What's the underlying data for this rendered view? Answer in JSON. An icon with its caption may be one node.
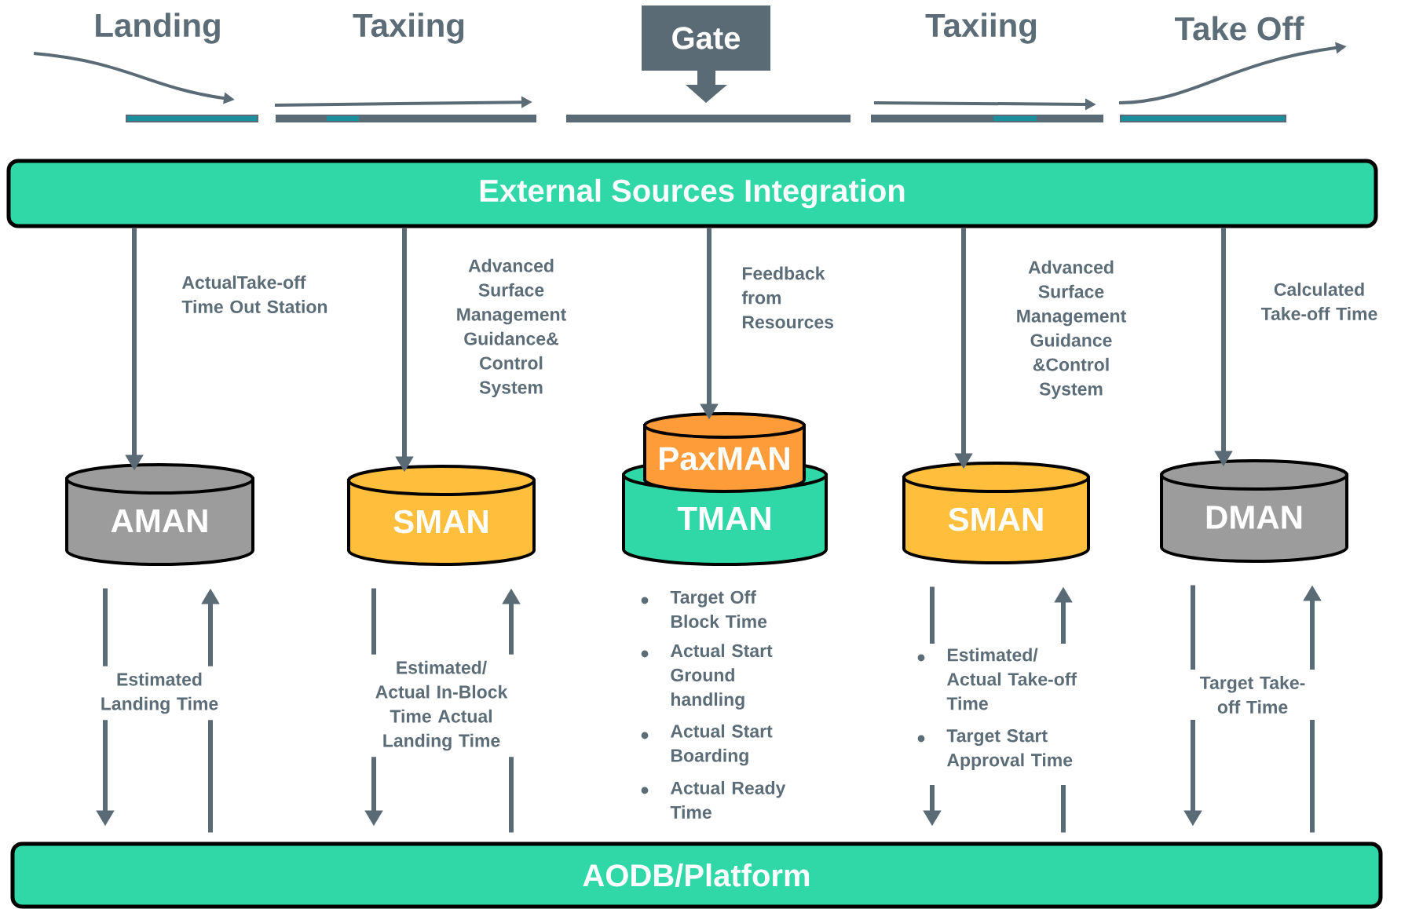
{
  "diagram": {
    "nodes": [
      {
        "text": [
          "Gate"
        ]
      },
      {
        "text": [
          "External Sources Integration"
        ]
      },
      {
        "text": [
          "AMAN"
        ]
      },
      {
        "text": [
          "SMAN"
        ]
      },
      {
        "text": [
          "PaxMAN"
        ]
      },
      {
        "text": [
          "TMAN"
        ]
      },
      {
        "text": [
          "SMAN"
        ]
      },
      {
        "text": [
          "DMAN"
        ]
      },
      {
        "text": [
          "AODB/Platform"
        ]
      }
    ],
    "edges": [
      {
        "from": 1,
        "to": 2,
        "arrow": "to",
        "label": "ActualTake-off Time Out Station"
      },
      {
        "from": 1,
        "to": 3,
        "arrow": "to",
        "label": "Advanced Surface Management Guidance& Control System"
      },
      {
        "from": 1,
        "to": 4,
        "arrow": "to",
        "label": "Feedback from Resources"
      },
      {
        "from": 1,
        "to": 6,
        "arrow": "to",
        "label": "Advanced Surface Management Guidance &Control System"
      },
      {
        "from": 1,
        "to": 7,
        "arrow": "to",
        "label": "Calculated Take-off Time"
      },
      {
        "from": 2,
        "to": 8,
        "arrow": "to",
        "label": "Estimated Landing Time"
      },
      {
        "from": 8,
        "to": 2,
        "arrow": "to"
      },
      {
        "from": 3,
        "to": 8,
        "arrow": "to",
        "label": "Estimated/ Actual In-Block Time Actual Landing Time"
      },
      {
        "from": 8,
        "to": 3,
        "arrow": "to"
      },
      {
        "from": 6,
        "to": 8,
        "arrow": "to"
      },
      {
        "from": 8,
        "to": 6,
        "arrow": "to"
      },
      {
        "from": 7,
        "to": 8,
        "arrow": "to",
        "label": "Target Take-off Time"
      },
      {
        "from": 8,
        "to": 7,
        "arrow": "to"
      }
    ],
    "labels": [
      "Landing",
      "Taxiing",
      "Taxiing",
      "Take Off",
      "Target Off Block Time",
      "Actual Start Ground handling",
      "Actual Start Boarding",
      "Actual Ready Time",
      "Estimated/ Actual Take-off Time",
      "Target Start Approval Time"
    ]
  }
}
